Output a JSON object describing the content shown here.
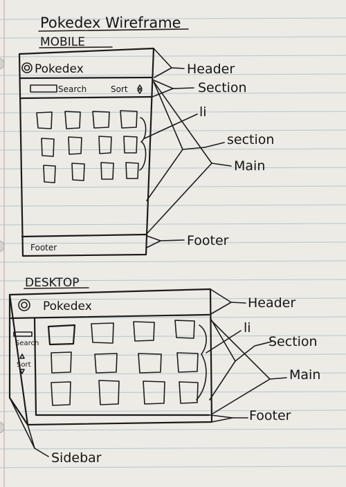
{
  "title": "Pokedex Wireframe",
  "mobile": {
    "heading": "MOBILE",
    "logo": "Pokedex",
    "search": "Search",
    "sort": "Sort",
    "footer": "Footer",
    "labels": {
      "header": "Header",
      "section_top": "Section",
      "li": "li",
      "section": "section",
      "main": "Main",
      "footer": "Footer"
    }
  },
  "desktop": {
    "heading": "DESKTOP",
    "logo": "Pokedex",
    "search": "Search",
    "sort": "Sort",
    "labels": {
      "header": "Header",
      "li": "li",
      "section": "Section",
      "main": "Main",
      "footer": "Footer",
      "sidebar": "Sidebar"
    }
  }
}
